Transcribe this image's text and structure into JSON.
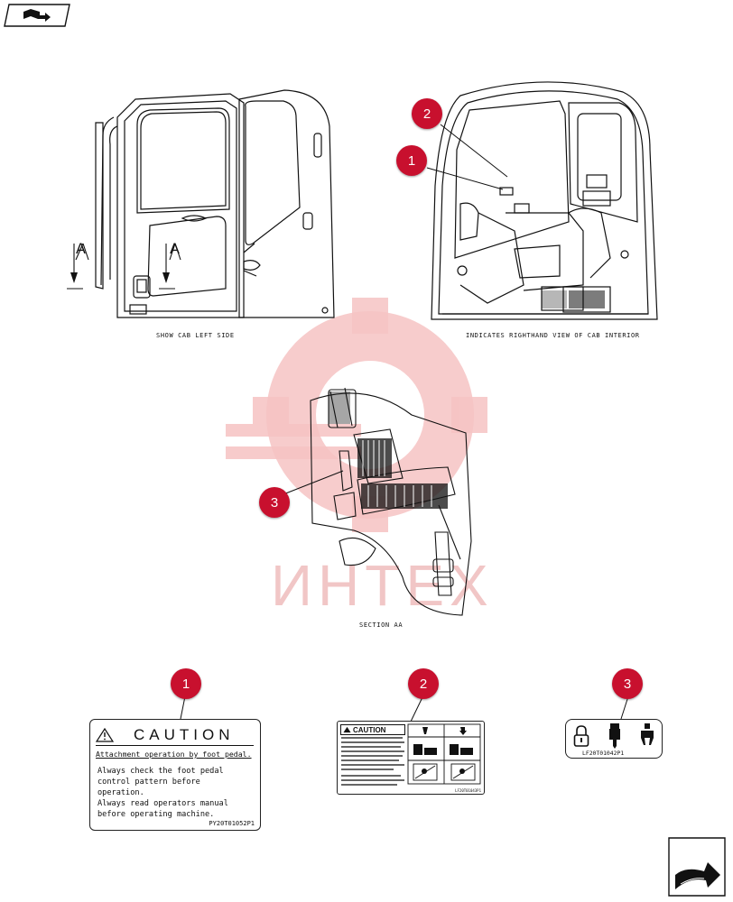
{
  "captions": {
    "cab_left": "SHOW CAB LEFT SIDE",
    "cab_right": "INDICATES RIGHTHAND VIEW OF CAB INTERIOR",
    "section": "SECTION AA"
  },
  "section_markers": {
    "left": "A",
    "right": "A"
  },
  "callouts": [
    "1",
    "2",
    "3",
    "1",
    "2",
    "3"
  ],
  "decal1": {
    "header": "CAUTION",
    "subheader": "Attachment operation by foot pedal.",
    "lines": [
      "Always check the foot pedal",
      "control pattern before",
      "operation.",
      "Always read operators manual",
      "before operating machine."
    ],
    "code": "PY20T01052P1"
  },
  "decal2": {
    "header": "CAUTION",
    "code": "LF20T01043P1"
  },
  "decal3": {
    "code": "LF20T01042P1"
  },
  "watermark": {
    "text": "ИНТЕХ",
    "color": "#f3b3b3"
  },
  "colors": {
    "callout": "#c8102e",
    "line": "#111111"
  },
  "icons": [
    "book-arrow-icon",
    "next-page-arrow-icon",
    "lock-icon",
    "hammer-icon",
    "grapple-icon",
    "warning-triangle-icon"
  ]
}
